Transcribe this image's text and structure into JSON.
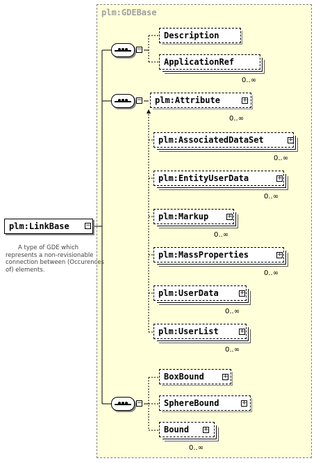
{
  "root": {
    "label": "plm:LinkBase",
    "description": "A type of GDE which represents a non-revisionable connection between        (Occurences of) elements."
  },
  "group": {
    "title": "plm:GDEBase"
  },
  "sequence1": {
    "items": [
      {
        "label": "Description",
        "cardinality": ""
      },
      {
        "label": "ApplicationRef",
        "cardinality": "0..∞"
      }
    ]
  },
  "sequence2": {
    "attribute": {
      "label": "plm:Attribute",
      "cardinality": "0..∞"
    },
    "items": [
      {
        "label": "plm:AssociatedDataSet",
        "cardinality": "0..∞"
      },
      {
        "label": "plm:EntityUserData",
        "cardinality": "0..∞"
      },
      {
        "label": "plm:Markup",
        "cardinality": "0..∞"
      },
      {
        "label": "plm:MassProperties",
        "cardinality": "0..∞"
      },
      {
        "label": "plm:UserData",
        "cardinality": "0..∞"
      },
      {
        "label": "plm:UserList",
        "cardinality": "0..∞"
      }
    ]
  },
  "sequence3": {
    "items": [
      {
        "label": "BoxBound",
        "cardinality": ""
      },
      {
        "label": "SphereBound",
        "cardinality": ""
      },
      {
        "label": "Bound",
        "cardinality": "0..∞"
      }
    ]
  },
  "symbols": {
    "expand": "+",
    "collapse": "−"
  }
}
